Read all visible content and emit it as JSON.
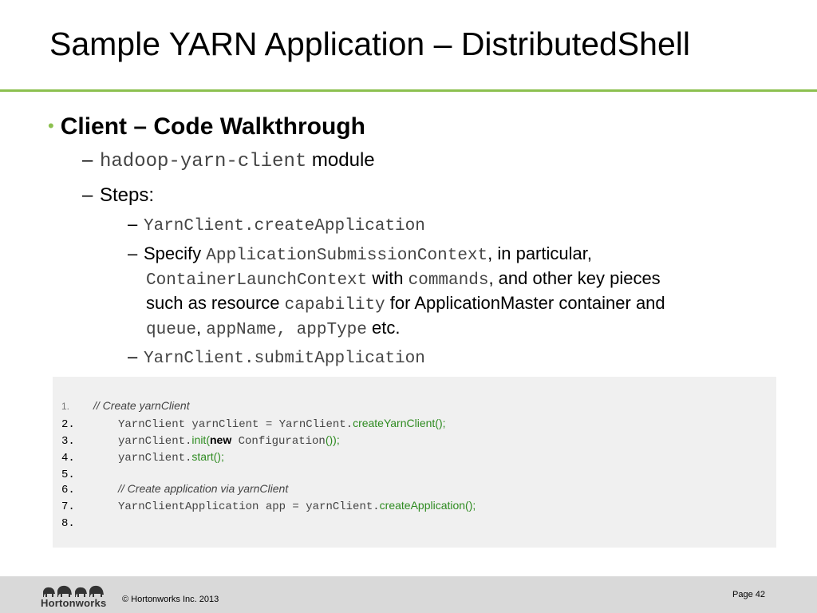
{
  "title": "Sample YARN Application – DistributedShell",
  "bullets": {
    "main": "Client – Code Walkthrough",
    "module_code": "hadoop-yarn-client",
    "module_text": " module",
    "steps": "Steps:",
    "step1_code": "YarnClient.createApplication",
    "step2": {
      "t1": "Specify ",
      "c1": "ApplicationSubmissionContext",
      "t2": ", in particular,",
      "c2": "ContainerLaunchContext",
      "t3": " with ",
      "c3": "commands",
      "t4": ", and other key pieces",
      "t5": "such as resource ",
      "c4": "capability",
      "t6": " for ApplicationMaster container and",
      "c5": "queue",
      "t7": ", ",
      "c6": "appName, appType",
      "t8": " etc."
    },
    "step3_code": "YarnClient.submitApplication"
  },
  "code": {
    "nums": [
      "1.",
      "2.",
      "3.",
      "4.",
      "5.",
      "6.",
      "7.",
      "8."
    ],
    "line1_comment": "// Create yarnClient",
    "line2_a": "YarnClient yarnClient = YarnClient.",
    "line2_b": "createYarnClient();",
    "line3_a": "yarnClient.",
    "line3_b": "init(",
    "line3_kw": "new",
    "line3_c": " Configuration",
    "line3_d": "());",
    "line4_a": "yarnClient.",
    "line4_b": "start();",
    "line6_comment": "// Create application via yarnClient",
    "line7_a": "YarnClientApplication app = yarnClient.",
    "line7_b": "createApplication();"
  },
  "footer": {
    "logo": "Hortonworks",
    "copyright": "© Hortonworks Inc. 2013",
    "page": "Page 42"
  }
}
